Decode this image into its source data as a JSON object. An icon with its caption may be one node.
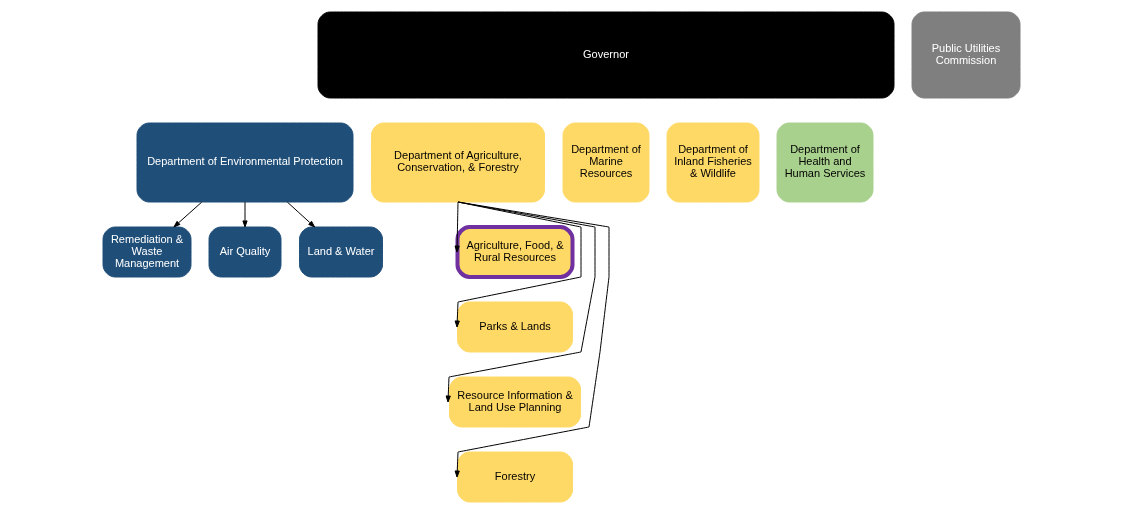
{
  "diagram": {
    "nodes": [
      {
        "text": [
          "Governor"
        ]
      },
      {
        "text": [
          "Public Utilities Commission"
        ]
      },
      {
        "text": [
          "Department of Environmental Protection"
        ]
      },
      {
        "text": [
          "Department of Agriculture, Conservation, & Forestry"
        ]
      },
      {
        "text": [
          "Department of Marine Resources"
        ]
      },
      {
        "text": [
          "Department of Inland Fisheries & Wildlife"
        ]
      },
      {
        "text": [
          "Department of Health and Human Services"
        ]
      },
      {
        "text": [
          "Remediation & Waste Management"
        ]
      },
      {
        "text": [
          "Air Quality"
        ]
      },
      {
        "text": [
          "Land & Water"
        ]
      },
      {
        "text": [
          "Agriculture, Food, & Rural Resources"
        ]
      },
      {
        "text": [
          "Parks & Lands"
        ]
      },
      {
        "text": [
          "Resource Information & Land Use Planning"
        ]
      },
      {
        "text": [
          "Forestry"
        ]
      }
    ],
    "edges": [
      {
        "from": 2,
        "to": 7,
        "arrow": "to"
      },
      {
        "from": 2,
        "to": 8,
        "arrow": "to"
      },
      {
        "from": 2,
        "to": 9,
        "arrow": "to"
      },
      {
        "from": 3,
        "to": 10,
        "arrow": "to"
      },
      {
        "from": 3,
        "to": 11,
        "arrow": "to"
      },
      {
        "from": 3,
        "to": 12,
        "arrow": "to"
      },
      {
        "from": 3,
        "to": 13,
        "arrow": "to"
      }
    ]
  }
}
